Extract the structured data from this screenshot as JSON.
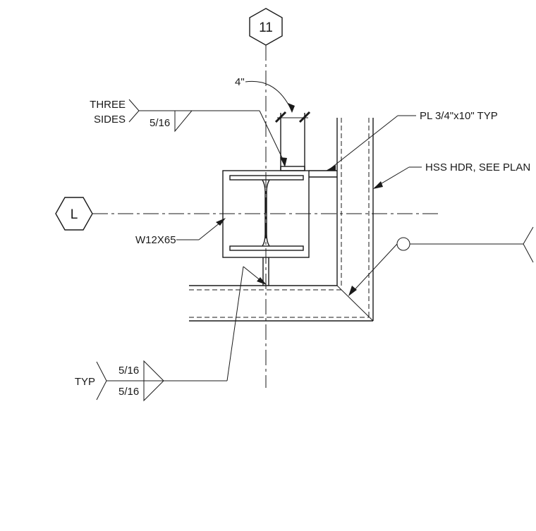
{
  "grid": {
    "column_bubble": "11",
    "row_bubble": "L"
  },
  "callouts": {
    "dimension_4in": "4\"",
    "plate": "PL 3/4\"x10\" TYP",
    "hss_header": "HSS HDR, SEE PLAN",
    "beam": "W12X65"
  },
  "weld_top": {
    "note_line1": "THREE",
    "note_line2": "SIDES",
    "size": "5/16"
  },
  "weld_bottom": {
    "note": "TYP",
    "size_arrow_side": "5/16",
    "size_other_side": "5/16"
  }
}
